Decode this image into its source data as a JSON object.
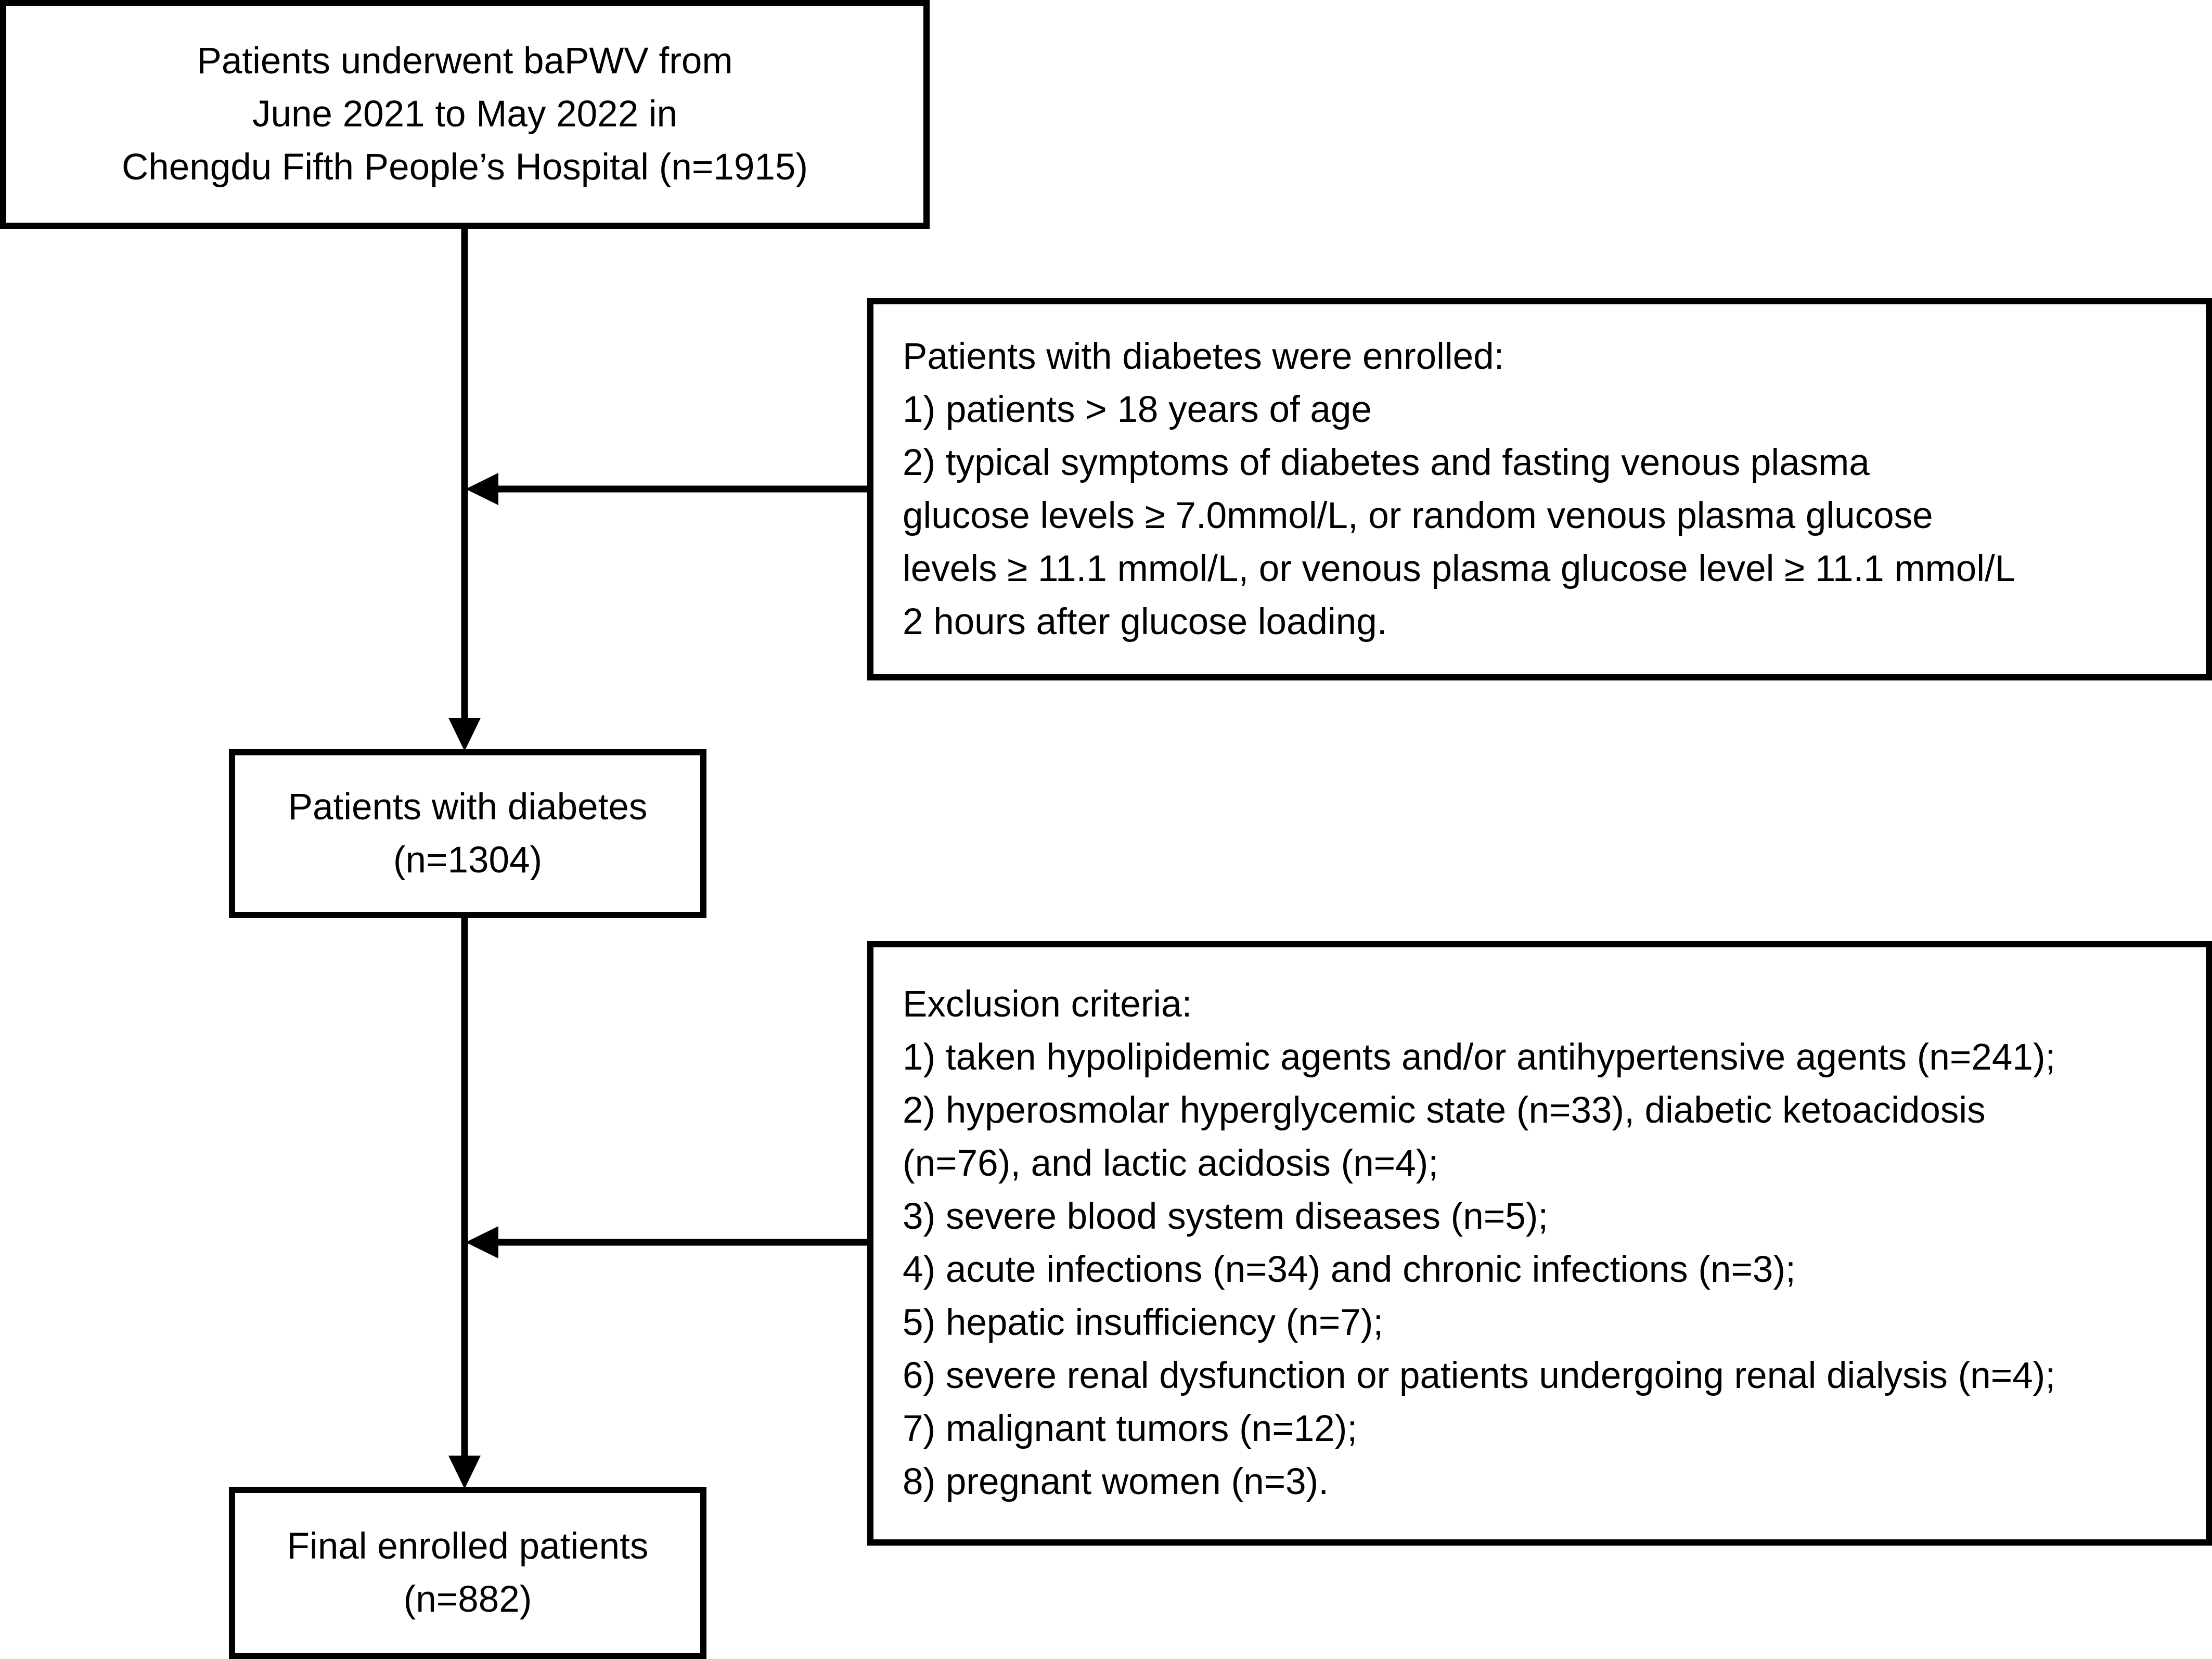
{
  "boxes": {
    "start": {
      "lines": [
        "Patients underwent baPWV from",
        "June 2021 to May 2022 in",
        "Chengdu Fifth People’s Hospital (n=1915)"
      ]
    },
    "inclusion": {
      "lines": [
        "Patients with diabetes were enrolled:",
        "1) patients > 18 years of age",
        "2) typical symptoms of diabetes and fasting venous plasma",
        "glucose levels ≥ 7.0mmol/L, or random venous plasma glucose",
        "levels ≥ 11.1 mmol/L, or venous plasma glucose level ≥ 11.1 mmol/L",
        "2 hours after glucose loading."
      ]
    },
    "diabetes": {
      "lines": [
        "Patients with diabetes",
        "(n=1304)"
      ]
    },
    "exclusion": {
      "lines": [
        "Exclusion criteria:",
        "1) taken hypolipidemic agents and/or antihypertensive agents (n=241);",
        "2) hyperosmolar hyperglycemic state (n=33), diabetic ketoacidosis",
        "(n=76), and lactic acidosis (n=4);",
        "3) severe blood system diseases (n=5);",
        "4) acute infections (n=34) and chronic infections (n=3);",
        "5) hepatic insufficiency (n=7);",
        "6) severe renal dysfunction or patients undergoing renal dialysis (n=4);",
        "7) malignant tumors (n=12);",
        "8) pregnant women (n=3)."
      ]
    },
    "final": {
      "lines": [
        "Final enrolled patients",
        "(n=882)"
      ]
    }
  }
}
